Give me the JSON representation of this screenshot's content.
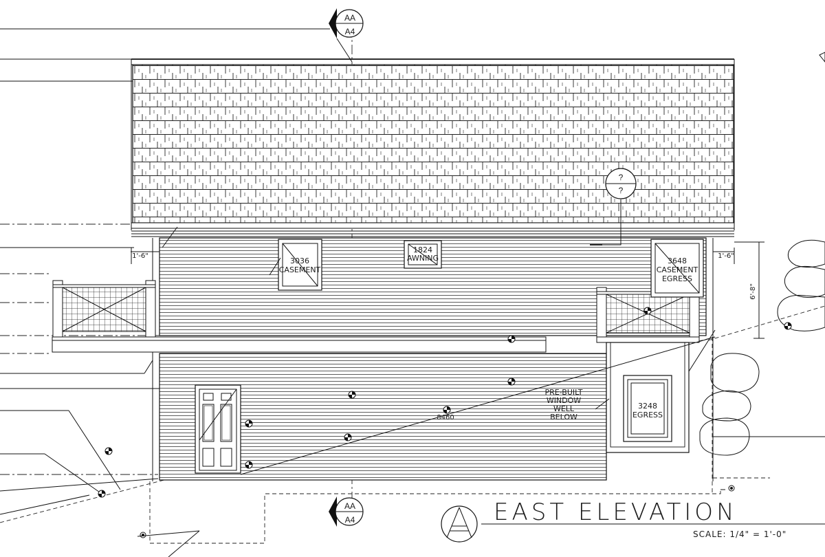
{
  "drawing": {
    "title": "EAST ELEVATION",
    "scale": "SCALE: 1/4\" = 1'-0\""
  },
  "section_markers": {
    "top": {
      "upper": "AA",
      "lower": "A4"
    },
    "bottom": {
      "upper": "AA",
      "lower": "A4"
    },
    "detail": {
      "upper": "?",
      "lower": "?"
    }
  },
  "windows": {
    "w3036": {
      "size": "3036",
      "type": "CASEMENT"
    },
    "w1824": {
      "size": "1824",
      "type": "AWNING"
    },
    "w3648": {
      "size": "3648",
      "type1": "CASEMENT",
      "type2": "EGRESS"
    },
    "w3248": {
      "size": "3248",
      "type": "EGRESS"
    }
  },
  "annotations": {
    "window_well": [
      "PRE-BUILT",
      "WINDOW",
      "WELL",
      "BELOW"
    ],
    "dim_left_overhang": "1'-6\"",
    "dim_right_overhang": "1'-6\"",
    "dim_wall_height": "6'-8\"",
    "door_size": "8460"
  }
}
